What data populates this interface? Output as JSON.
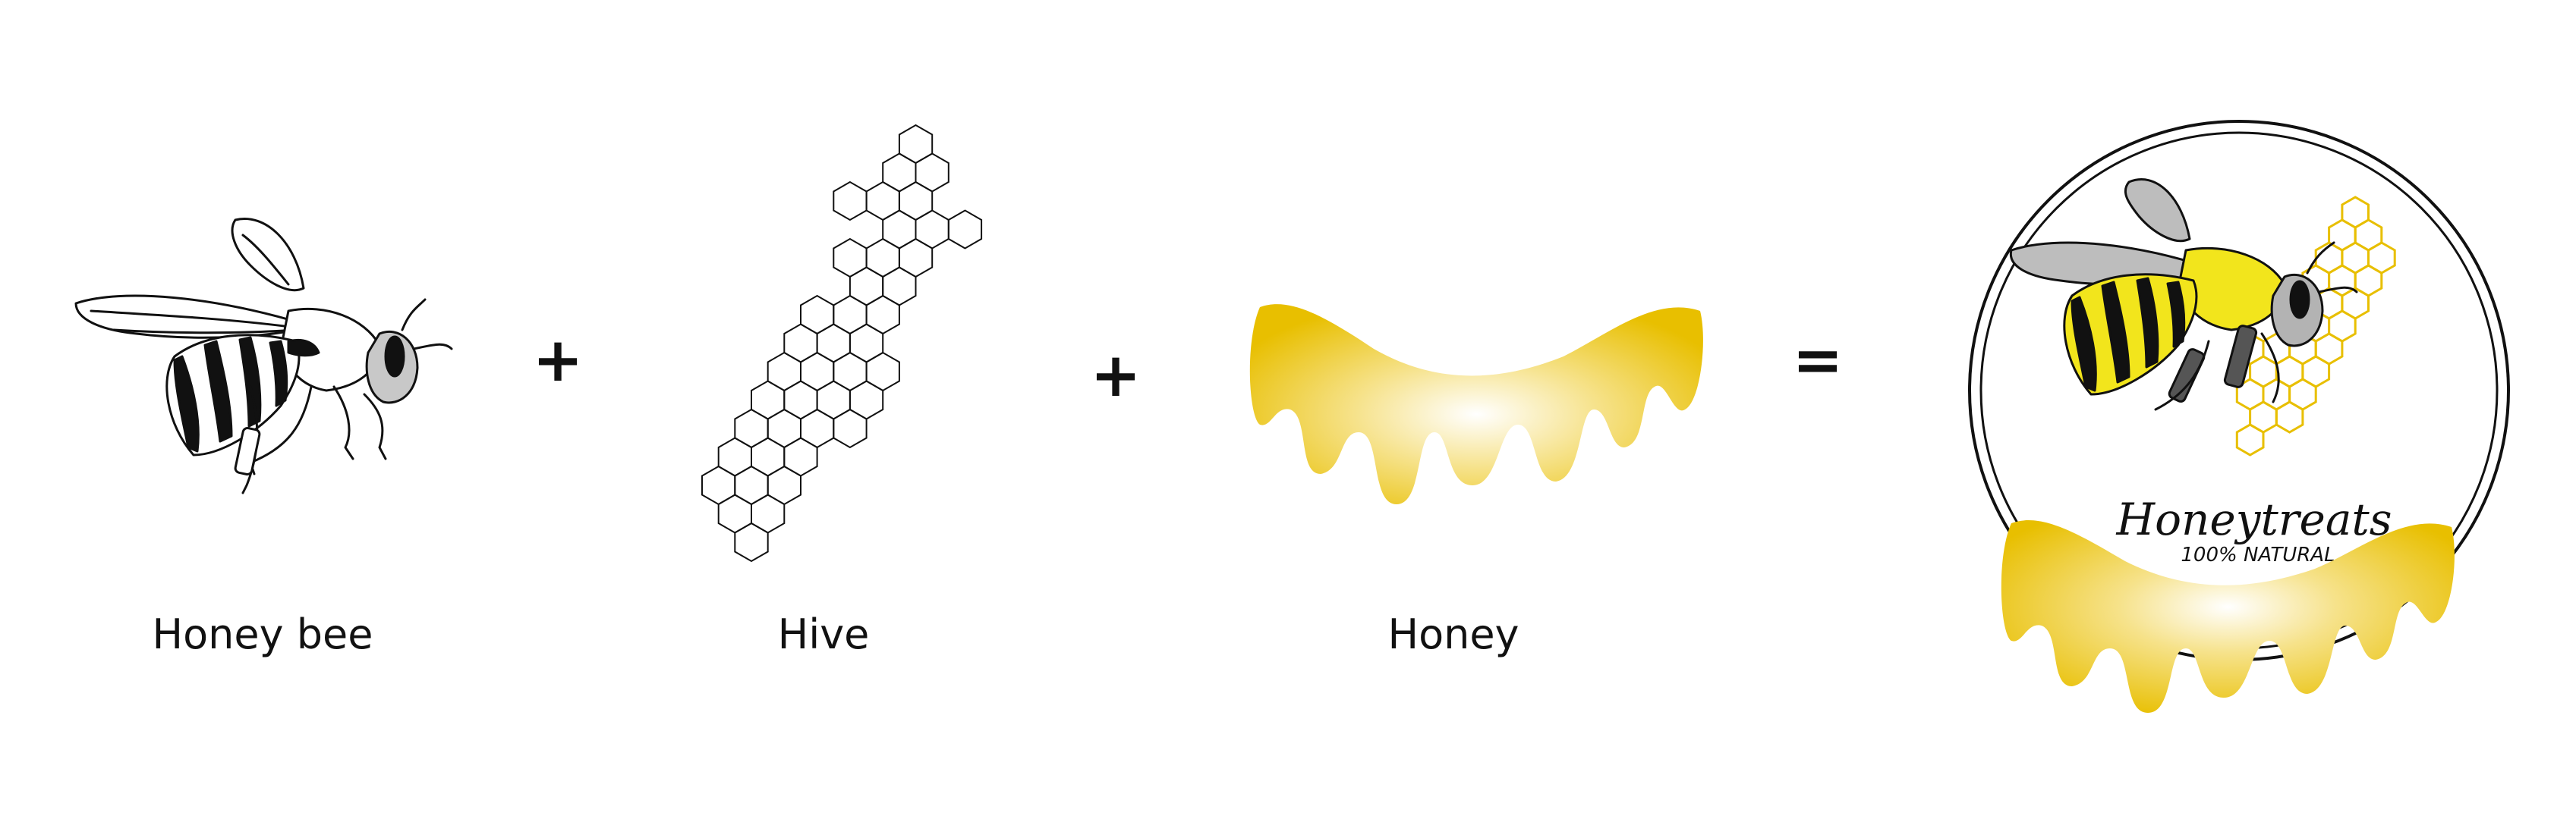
{
  "elements": [
    {
      "id": "bee",
      "label": "Honey bee"
    },
    {
      "id": "hive",
      "label": "Hive"
    },
    {
      "id": "honey",
      "label": "Honey"
    }
  ],
  "operators": {
    "plus": "+",
    "equals": "="
  },
  "logo": {
    "brand": "Honeytreats",
    "tagline": "100% NATURAL"
  },
  "colors": {
    "honey_gold": "#e8bf00",
    "honey_light": "#ffffff",
    "bee_yellow": "#f2e51c",
    "bee_gray": "#b3b3b3",
    "ink": "#111111"
  }
}
